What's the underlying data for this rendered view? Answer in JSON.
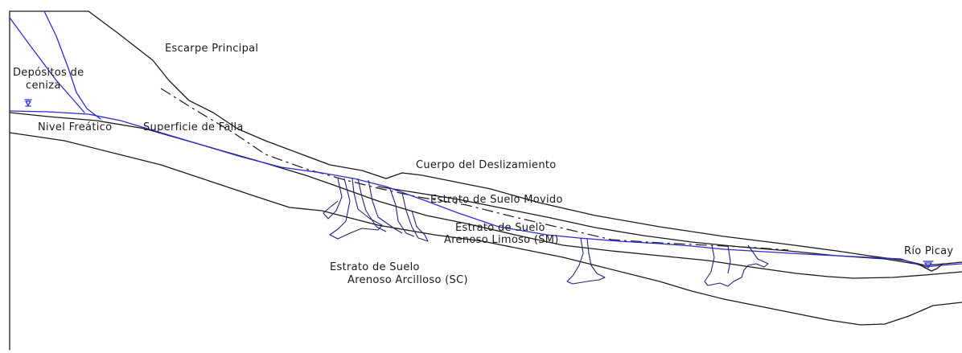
{
  "labels": {
    "escarpe": "Escarpe Principal",
    "depositos_1": "Depósitos de",
    "depositos_2": "ceniza",
    "nivel": "Nivel Freático",
    "superficie": "Superficie de Falla",
    "cuerpo": "Cuerpo del Deslizamiento",
    "movido": "Estrato de Suelo Movido",
    "sm_1": "Estrato de Suelo",
    "sm_2": "Arenoso Limoso (SM)",
    "sc_1": "Estrato de Suelo",
    "sc_2": "Arenoso Arcilloso (SC)",
    "rio": "Río Picay"
  },
  "colors": {
    "outline": "#1a1a1a",
    "water_table": "#2b2bd6",
    "background": "#ffffff"
  },
  "symbols": {
    "water_level_marker": "triangle-down-icon"
  }
}
